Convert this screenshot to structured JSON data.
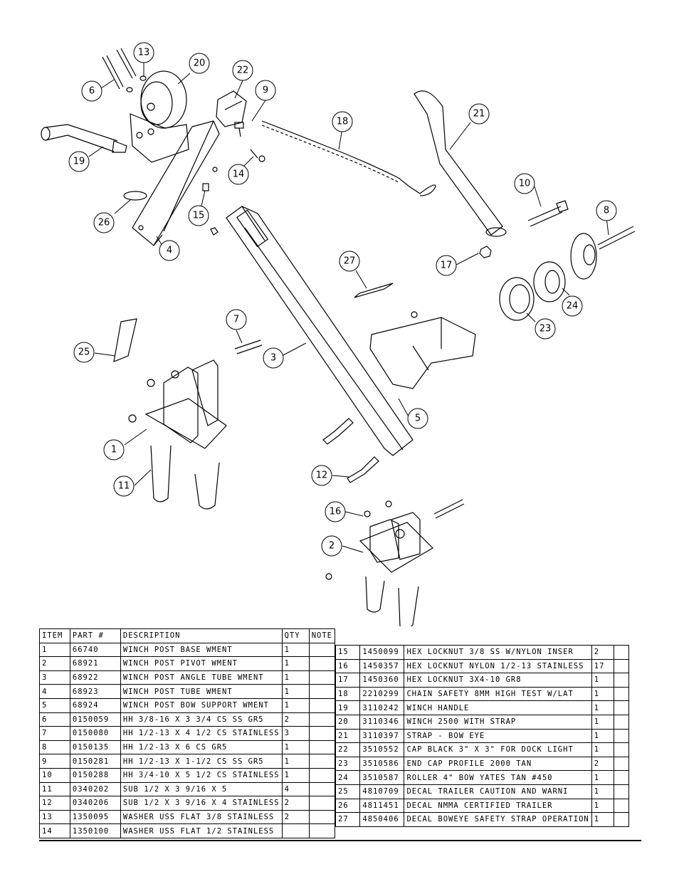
{
  "bom": {
    "headers": [
      "ITEM",
      "PART #",
      "DESCRIPTION",
      "QTY",
      "NOTE"
    ],
    "left_rows": [
      {
        "item": "1",
        "part": "66740",
        "desc": "WINCH POST BASE WMENT",
        "qty": "1"
      },
      {
        "item": "2",
        "part": "68921",
        "desc": "WINCH POST PIVOT WMENT",
        "qty": "1"
      },
      {
        "item": "3",
        "part": "68922",
        "desc": "WINCH POST ANGLE TUBE WMENT",
        "qty": "1"
      },
      {
        "item": "4",
        "part": "68923",
        "desc": "WINCH POST TUBE WMENT",
        "qty": "1"
      },
      {
        "item": "5",
        "part": "68924",
        "desc": "WINCH POST BOW SUPPORT WMENT",
        "qty": "1"
      },
      {
        "item": "6",
        "part": "0150059",
        "desc": "HH 3/8-16 X 3 3/4 CS SS GR5",
        "qty": "2"
      },
      {
        "item": "7",
        "part": "0150080",
        "desc": "HH 1/2-13 X 4 1/2 CS STAINLESS",
        "qty": "3"
      },
      {
        "item": "8",
        "part": "0150135",
        "desc": "HH 1/2-13 X 6 CS GR5",
        "qty": "1"
      },
      {
        "item": "9",
        "part": "0150281",
        "desc": "HH 1/2-13 X 1-1/2 CS SS GR5",
        "qty": "1"
      },
      {
        "item": "10",
        "part": "0150288",
        "desc": "HH 3/4-10 X 5 1/2 CS STAINLESS",
        "qty": "1"
      },
      {
        "item": "11",
        "part": "0340202",
        "desc": "SUB 1/2 X 3 9/16 X 5",
        "qty": "4"
      },
      {
        "item": "12",
        "part": "0340206",
        "desc": "SUB 1/2 X 3 9/16 X 4 STAINLESS",
        "qty": "2"
      },
      {
        "item": "13",
        "part": "1350095",
        "desc": "WASHER USS FLAT 3/8 STAINLESS",
        "qty": "2"
      },
      {
        "item": "14",
        "part": "1350100",
        "desc": "WASHER USS FLAT 1/2 STAINLESS",
        "qty": ""
      }
    ],
    "right_rows": [
      {
        "item": "15",
        "part": "1450099",
        "desc": "HEX LOCKNUT 3/8 SS W/NYLON INSER",
        "qty": "2"
      },
      {
        "item": "16",
        "part": "1450357",
        "desc": "HEX LOCKNUT NYLON 1/2-13 STAINLESS",
        "qty": "17"
      },
      {
        "item": "17",
        "part": "1450360",
        "desc": "HEX LOCKNUT 3X4-10 GR8",
        "qty": "1"
      },
      {
        "item": "18",
        "part": "2210299",
        "desc": "CHAIN SAFETY 8MM HIGH TEST W/LAT",
        "qty": "1"
      },
      {
        "item": "19",
        "part": "3110242",
        "desc": "WINCH HANDLE",
        "qty": "1"
      },
      {
        "item": "20",
        "part": "3110346",
        "desc": "WINCH 2500 WITH STRAP",
        "qty": "1"
      },
      {
        "item": "21",
        "part": "3110397",
        "desc": "STRAP - BOW EYE",
        "qty": "1"
      },
      {
        "item": "22",
        "part": "3510552",
        "desc": "CAP BLACK 3\" X 3\" FOR DOCK LIGHT",
        "qty": "1"
      },
      {
        "item": "23",
        "part": "3510586",
        "desc": "END CAP PROFILE 2000 TAN",
        "qty": "2"
      },
      {
        "item": "24",
        "part": "3510587",
        "desc": "ROLLER 4\" BOW YATES TAN #450",
        "qty": "1"
      },
      {
        "item": "25",
        "part": "4810709",
        "desc": "DECAL TRAILER CAUTION AND WARNI",
        "qty": "1"
      },
      {
        "item": "26",
        "part": "4811451",
        "desc": " DECAL NMMA CERTIFIED TRAILER",
        "qty": "1"
      },
      {
        "item": "27",
        "part": "4850406",
        "desc": "DECAL BOWEYE SAFETY STRAP OPERATION",
        "qty": "1"
      }
    ]
  },
  "balloons": [
    "1",
    "2",
    "3",
    "4",
    "5",
    "6",
    "7",
    "8",
    "9",
    "10",
    "11",
    "12",
    "13",
    "14",
    "15",
    "16",
    "17",
    "18",
    "19",
    "20",
    "21",
    "22",
    "23",
    "24",
    "25",
    "26",
    "27"
  ]
}
